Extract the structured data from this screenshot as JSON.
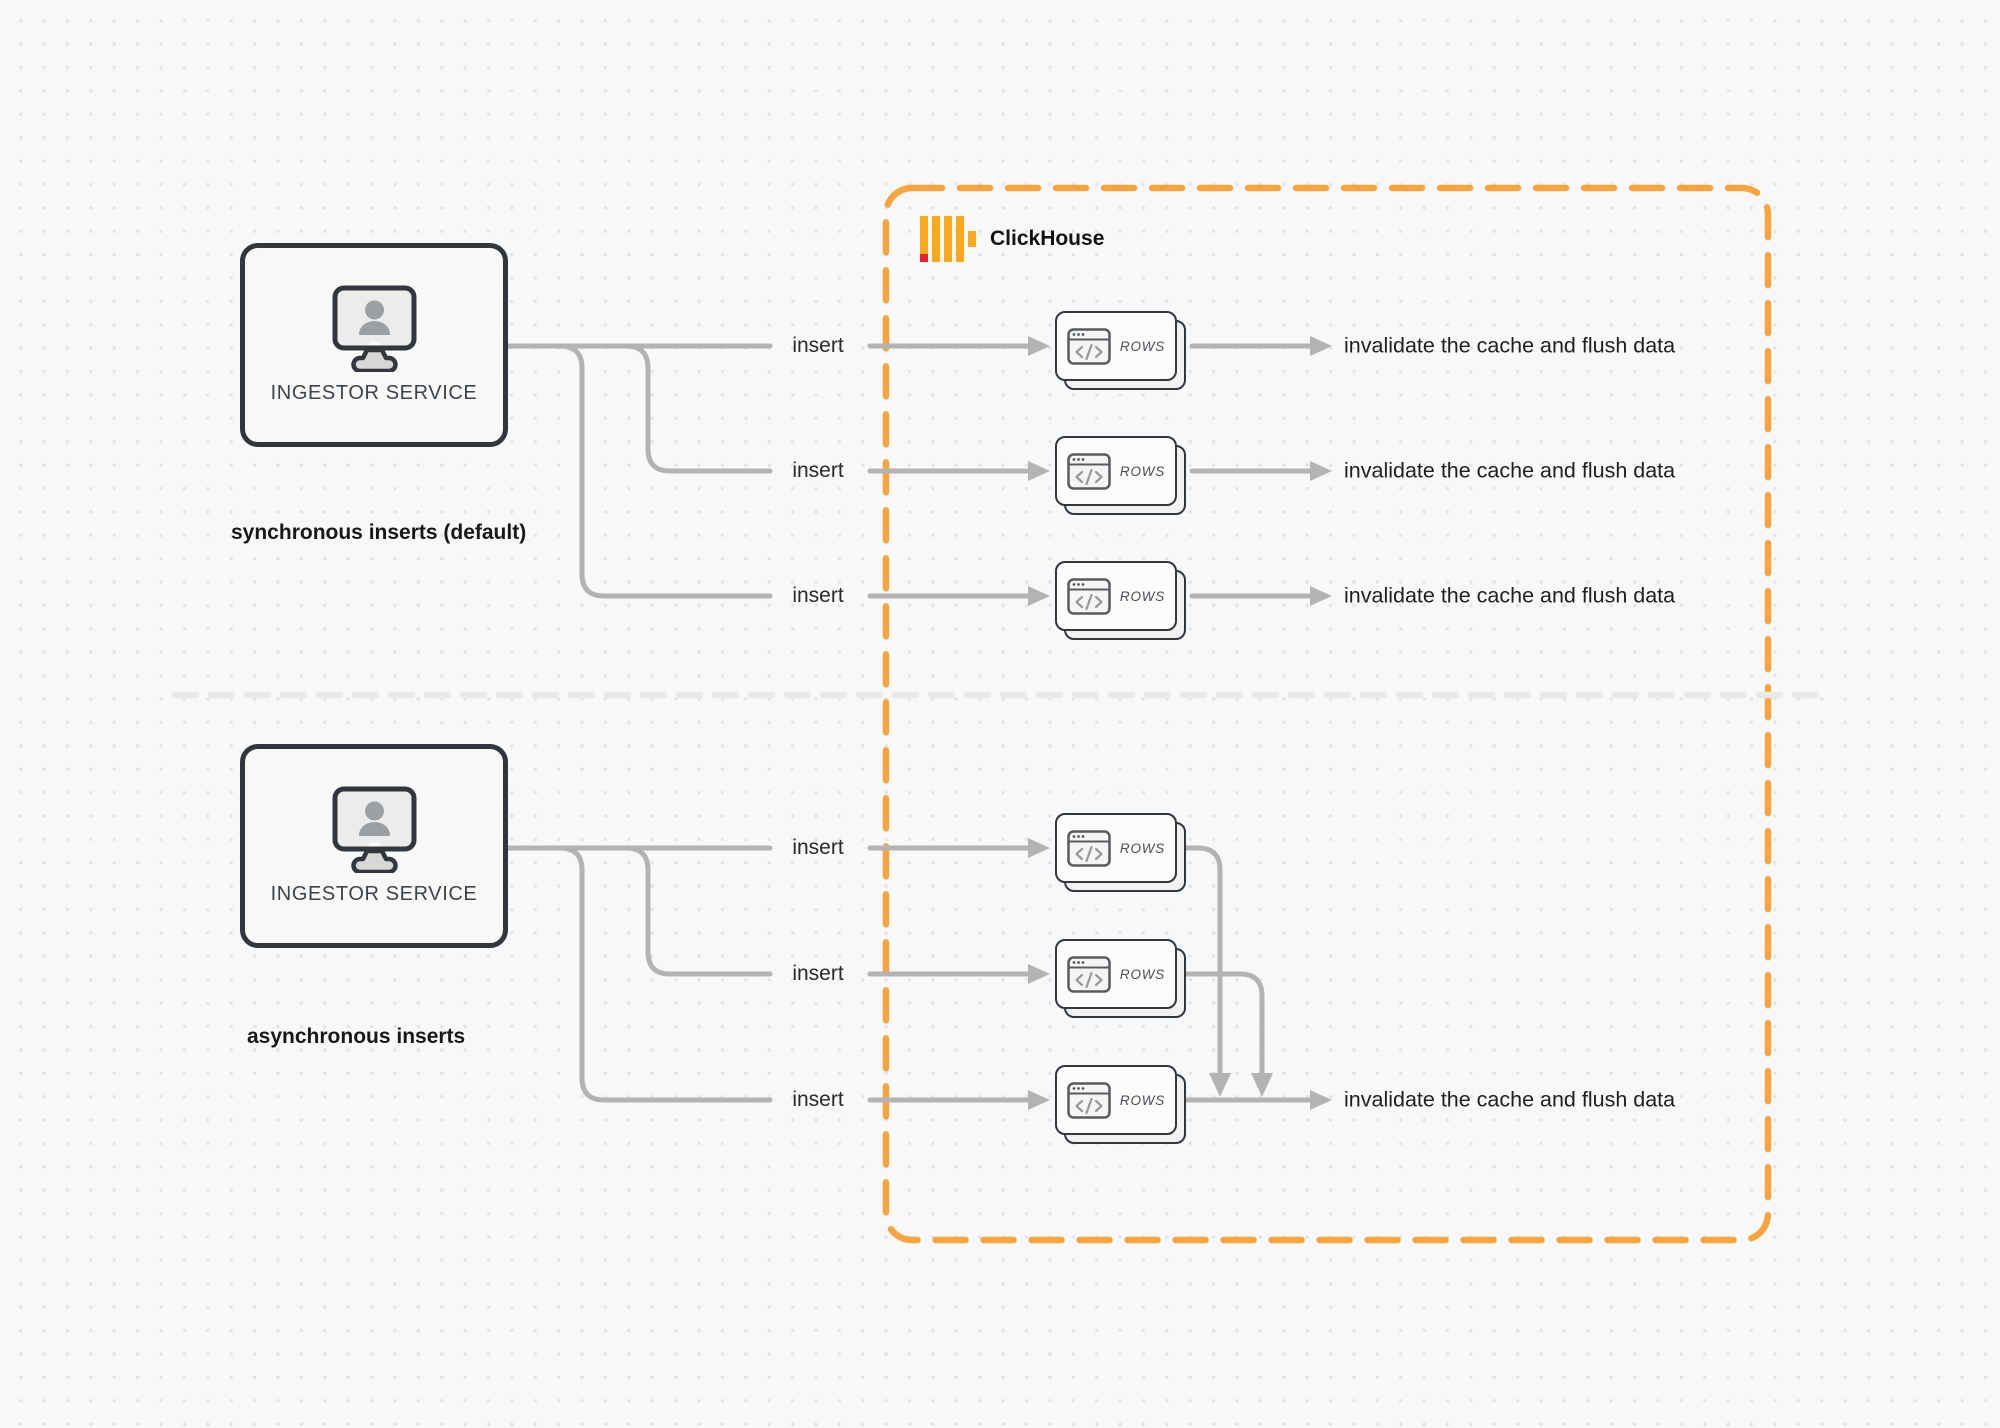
{
  "clickhouse": {
    "label": "ClickHouse"
  },
  "sections": [
    {
      "id": "sync",
      "caption": "synchronous inserts (default)",
      "ingestor": {
        "label": "INGESTOR SERVICE"
      },
      "rows": [
        {
          "insert_label": "insert",
          "card_label": "ROWS",
          "result_label": "invalidate the cache and flush data"
        },
        {
          "insert_label": "insert",
          "card_label": "ROWS",
          "result_label": "invalidate the cache and flush data"
        },
        {
          "insert_label": "insert",
          "card_label": "ROWS",
          "result_label": "invalidate the cache and flush data"
        }
      ]
    },
    {
      "id": "async",
      "caption": "asynchronous inserts",
      "ingestor": {
        "label": "INGESTOR SERVICE"
      },
      "rows": [
        {
          "insert_label": "insert",
          "card_label": "ROWS"
        },
        {
          "insert_label": "insert",
          "card_label": "ROWS"
        },
        {
          "insert_label": "insert",
          "card_label": "ROWS",
          "result_label": "invalidate the cache and flush data"
        }
      ]
    }
  ],
  "icons": {
    "ingestor": "monitor-user-icon",
    "rows_card": "code-window-icon",
    "clickhouse_logo": "clickhouse-bars-icon"
  },
  "colors": {
    "accent-orange": "#F9A43C",
    "logo-yellow": "#FAA81C",
    "logo-red": "#E9202A",
    "line-gray": "#B3B3B3",
    "border-dark": "#32373D",
    "divider-gray": "#E8E9E9",
    "canvas-bg": "#F7F8F9",
    "dot-gray": "#E3E4E5",
    "card-bg": "#FBFBFB",
    "text-dark": "#1F1F1F"
  }
}
